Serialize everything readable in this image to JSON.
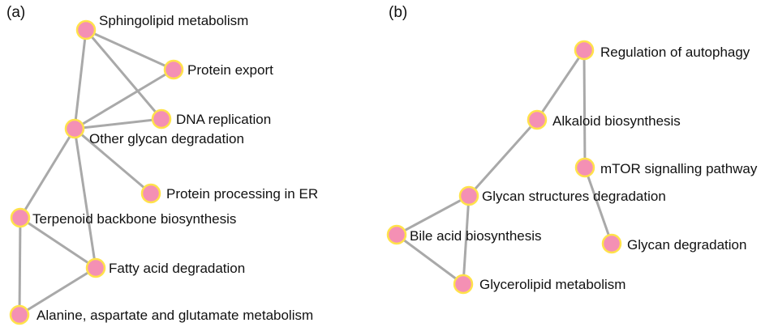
{
  "panels": [
    {
      "label": "(a)",
      "nodes": [
        {
          "id": "sphingo",
          "label": "Sphingolipid metabolism"
        },
        {
          "id": "export",
          "label": "Protein export"
        },
        {
          "id": "dna",
          "label": "DNA replication"
        },
        {
          "id": "glycan_other",
          "label": "Other glycan degradation"
        },
        {
          "id": "er",
          "label": "Protein processing in ER"
        },
        {
          "id": "terpenoid",
          "label": "Terpenoid backbone biosynthesis"
        },
        {
          "id": "fatty",
          "label": "Fatty acid degradation"
        },
        {
          "id": "alanine",
          "label": "Alanine, aspartate and glutamate metabolism"
        }
      ],
      "edges": [
        [
          "sphingo",
          "export"
        ],
        [
          "sphingo",
          "dna"
        ],
        [
          "sphingo",
          "glycan_other"
        ],
        [
          "export",
          "glycan_other"
        ],
        [
          "dna",
          "glycan_other"
        ],
        [
          "glycan_other",
          "er"
        ],
        [
          "glycan_other",
          "terpenoid"
        ],
        [
          "glycan_other",
          "fatty"
        ],
        [
          "terpenoid",
          "fatty"
        ],
        [
          "terpenoid",
          "alanine"
        ],
        [
          "fatty",
          "alanine"
        ]
      ]
    },
    {
      "label": "(b)",
      "nodes": [
        {
          "id": "autophagy",
          "label": "Regulation of autophagy"
        },
        {
          "id": "alkaloid",
          "label": "Alkaloid biosynthesis"
        },
        {
          "id": "mtor",
          "label": "mTOR signalling pathway"
        },
        {
          "id": "glycan_struct",
          "label": "Glycan structures degradation"
        },
        {
          "id": "bile",
          "label": "Bile acid biosynthesis"
        },
        {
          "id": "glycan_deg",
          "label": "Glycan degradation"
        },
        {
          "id": "glycerolipid",
          "label": "Glycerolipid metabolism"
        }
      ],
      "edges": [
        [
          "autophagy",
          "alkaloid"
        ],
        [
          "autophagy",
          "mtor"
        ],
        [
          "alkaloid",
          "glycan_struct"
        ],
        [
          "mtor",
          "glycan_deg"
        ],
        [
          "glycan_struct",
          "bile"
        ],
        [
          "glycan_struct",
          "glycerolipid"
        ],
        [
          "bile",
          "glycerolipid"
        ]
      ]
    }
  ],
  "colors": {
    "node_fill": "#f490b4",
    "node_stroke": "#ffe24a",
    "edge": "#a9a9a9",
    "text": "#111111"
  }
}
